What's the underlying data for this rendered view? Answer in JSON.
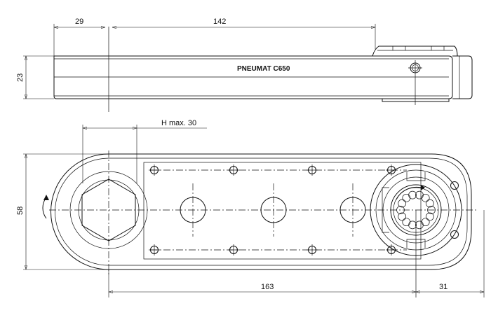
{
  "drawing": {
    "product_label": "PNEUMAT C650",
    "dimensions": {
      "offset_top": "29",
      "length_top": "142",
      "height": "23",
      "h_max": "H max. 30",
      "width": "58",
      "center_distance": "163",
      "end_radius": "31"
    }
  }
}
